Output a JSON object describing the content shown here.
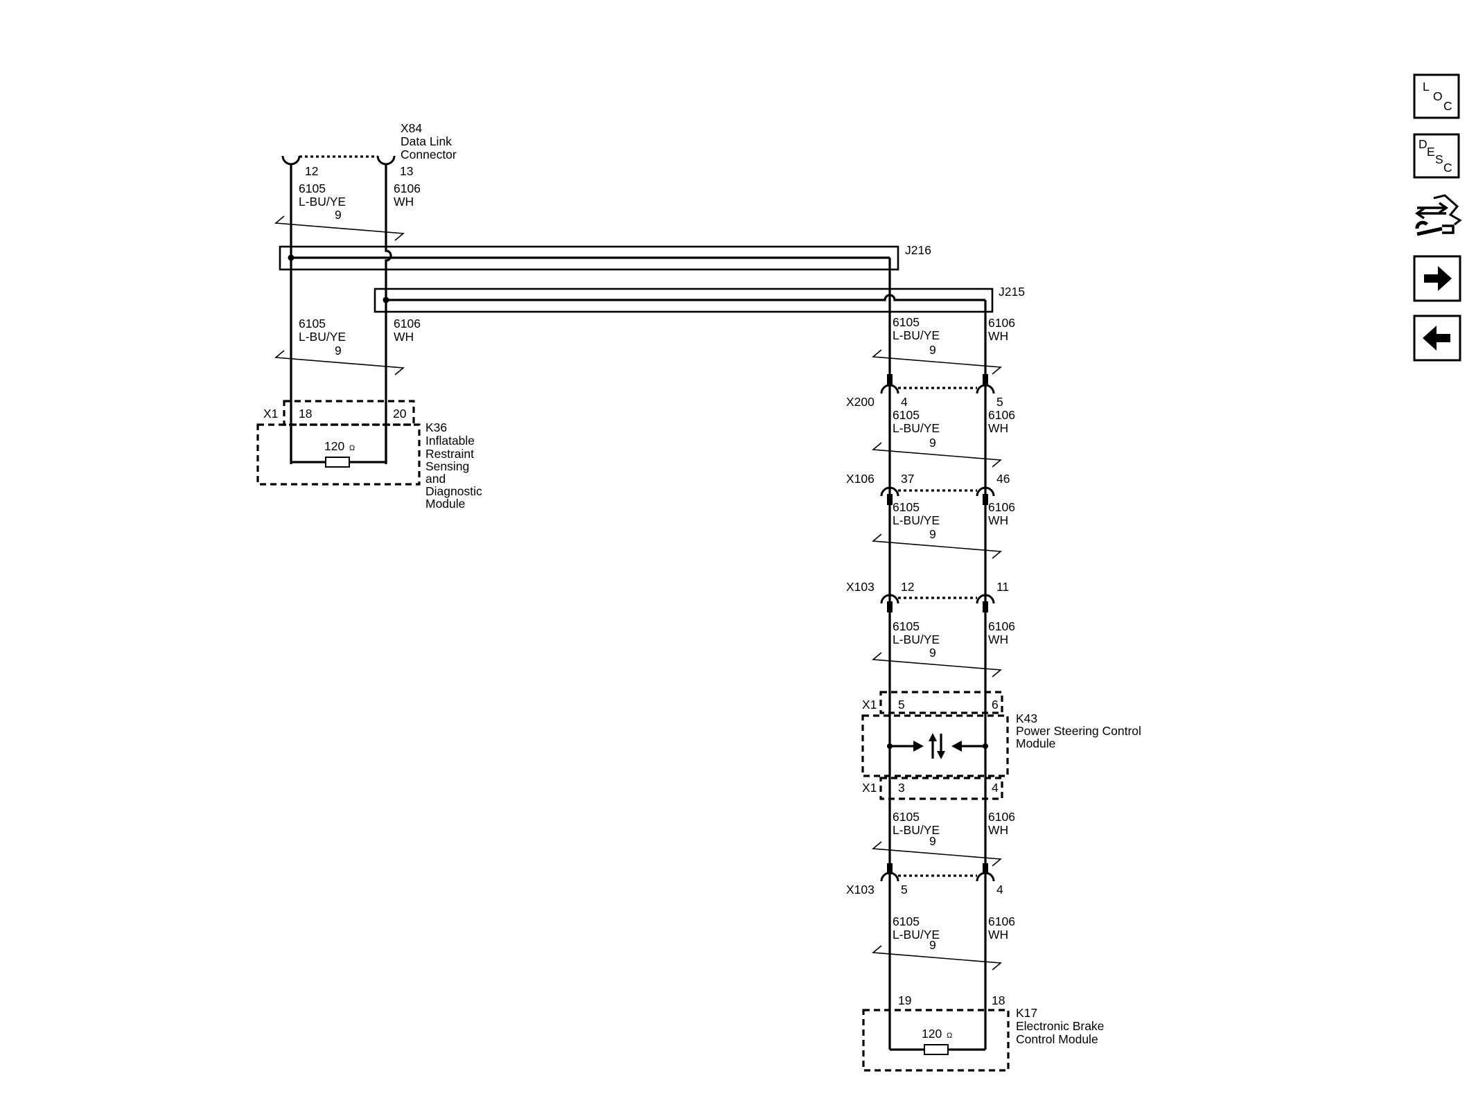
{
  "x84": {
    "id": "X84",
    "name_line1": "Data Link",
    "name_line2": "Connector",
    "pin_a": "12",
    "pin_b": "13"
  },
  "wire_left": {
    "circuit": "6105",
    "color": "L-BU/YE",
    "twist": "9"
  },
  "wire_right": {
    "circuit": "6106",
    "color": "WH"
  },
  "splices": {
    "j216": "J216",
    "j215": "J215"
  },
  "k36": {
    "conn": "X1",
    "pin_a": "18",
    "pin_b": "20",
    "resistor": "120",
    "id": "K36",
    "lines": [
      "Inflatable",
      "Restraint",
      "Sensing",
      "and",
      "Diagnostic",
      "Module"
    ]
  },
  "x200": {
    "id": "X200",
    "pin_a": "4",
    "pin_b": "5"
  },
  "x106": {
    "id": "X106",
    "pin_a": "37",
    "pin_b": "46"
  },
  "x103a": {
    "id": "X103",
    "pin_a": "12",
    "pin_b": "11"
  },
  "k43": {
    "id": "K43",
    "line1": "Power Steering Control",
    "line2": "Module",
    "conn_top": "X1",
    "pin_top_a": "5",
    "pin_top_b": "6",
    "conn_bot": "X1",
    "pin_bot_a": "3",
    "pin_bot_b": "4"
  },
  "x103b": {
    "id": "X103",
    "pin_a": "5",
    "pin_b": "4"
  },
  "k17": {
    "id": "K17",
    "line1": "Electronic Brake",
    "line2": "Control Module",
    "pin_a": "19",
    "pin_b": "18",
    "resistor": "120"
  },
  "ohm_symbol": "Ω",
  "nav": {
    "loc": [
      "L",
      "O",
      "C"
    ],
    "desc": [
      "D",
      "E",
      "S",
      "C"
    ],
    "icon_names": [
      "location-icon",
      "description-icon",
      "connector-wrench-icon",
      "arrow-right-icon",
      "arrow-left-icon"
    ]
  }
}
